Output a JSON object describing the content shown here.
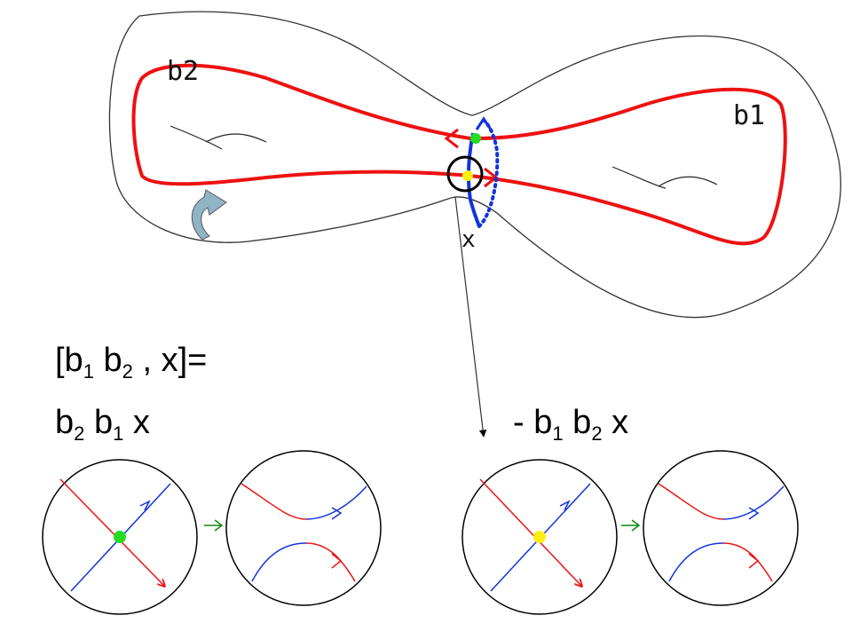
{
  "surface": {
    "label_b2": "b2",
    "label_b1": "b1",
    "label_x": "x"
  },
  "formula": {
    "open": "[b",
    "sub1": "1",
    "mid_b": " b",
    "sub2": "2",
    "tail": " , x]=",
    "left_b": "b",
    "left_sub_a": "2",
    "left_mid": " b",
    "left_sub_b": "1",
    "left_x": " x",
    "right_minus": "-  b",
    "right_sub_a": "1",
    "right_mid": " b",
    "right_sub_b": "2",
    "right_x": " x"
  },
  "colors": {
    "loop_red": "#ee1111",
    "loop_blue": "#1133dd",
    "point_green": "#22dd22",
    "point_yellow": "#ffee11",
    "arrow_green": "#118811",
    "rotation_arrow": "#8fb4c4"
  },
  "icons": {
    "rotation": "curved-rotation-arrow",
    "resolve": "right-arrow"
  }
}
